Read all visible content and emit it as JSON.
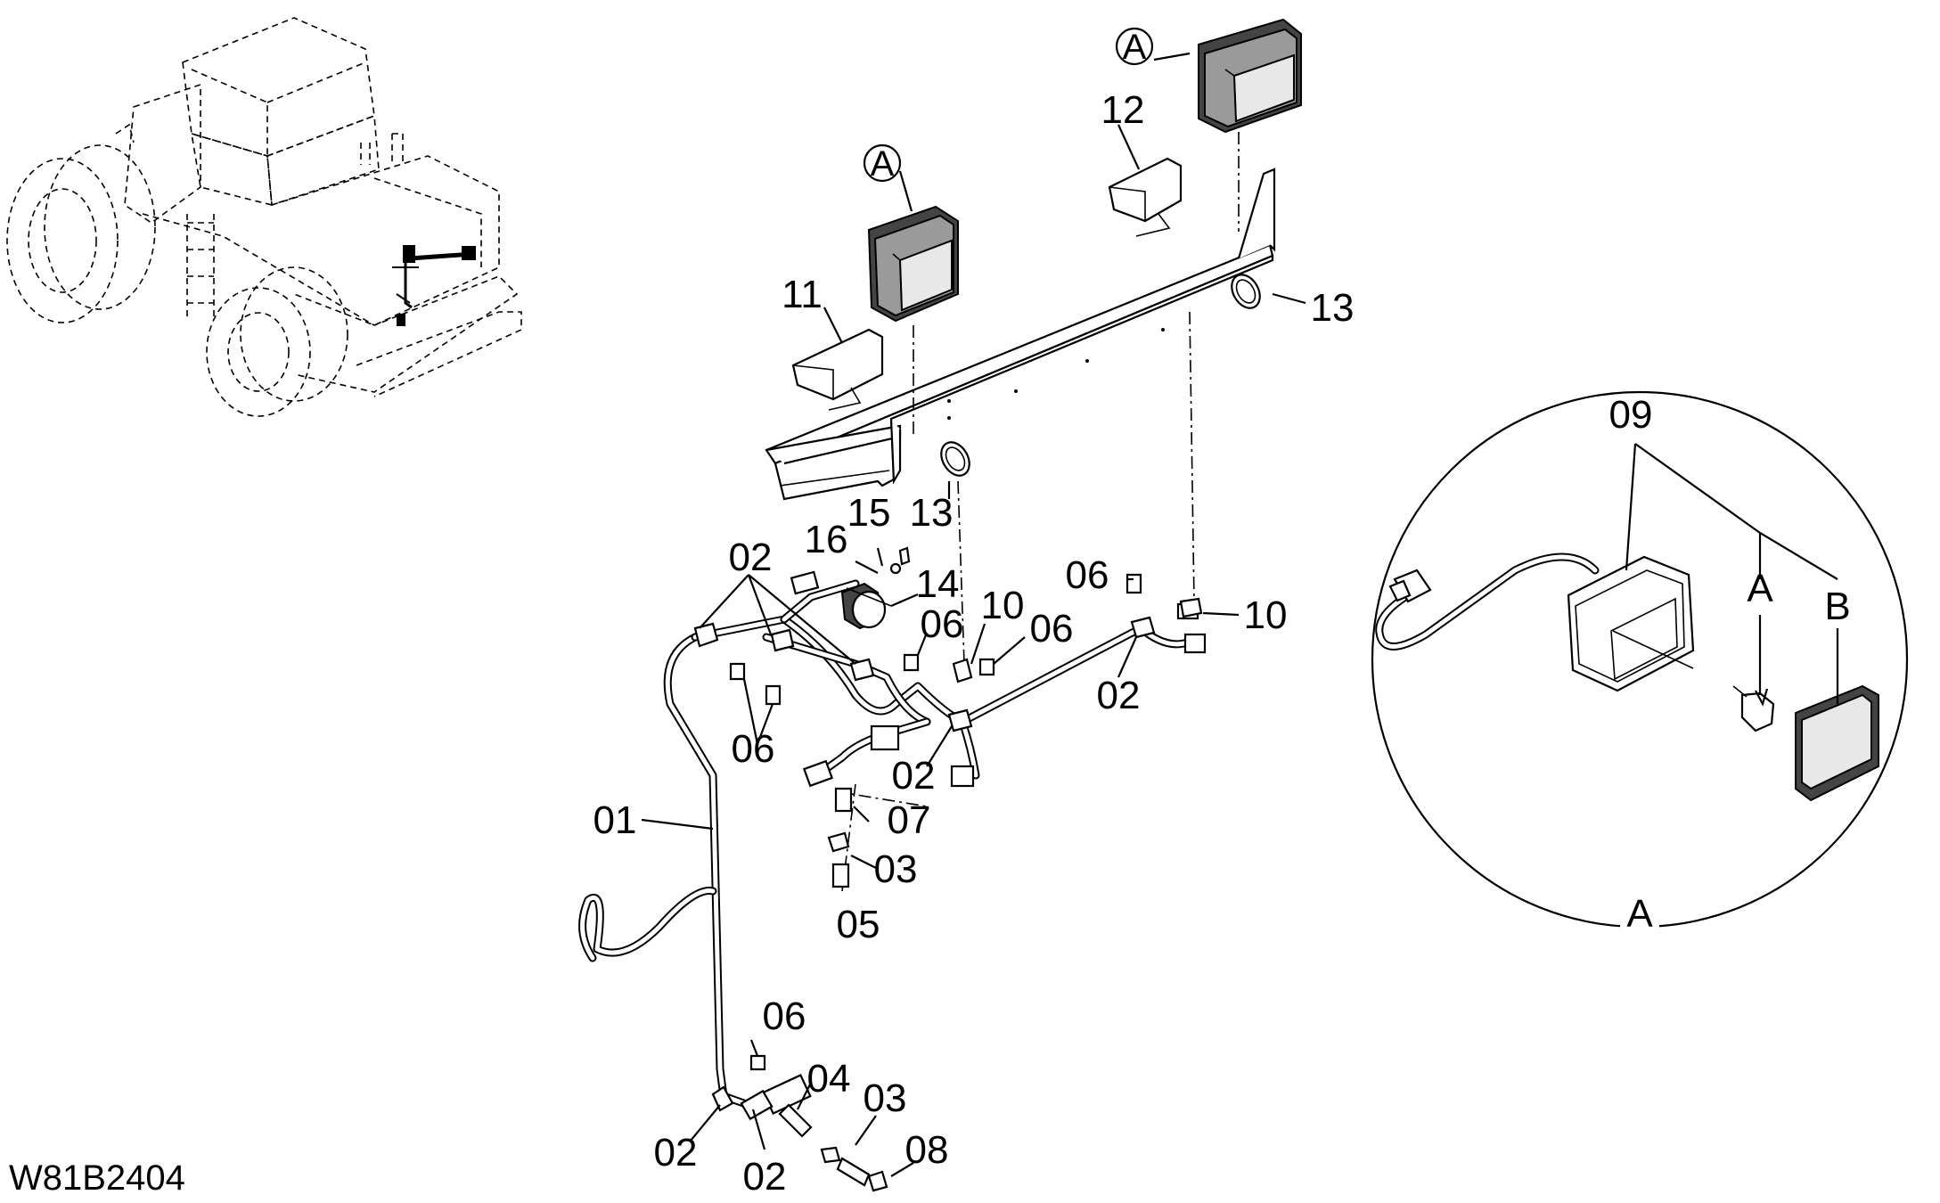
{
  "drawing_code": "W81B2404",
  "view_marker": "A",
  "labels": {
    "p01": "01",
    "p02": "02",
    "p03": "03",
    "p04": "04",
    "p05": "05",
    "p06": "06",
    "p07": "07",
    "p08": "08",
    "p09": "09",
    "p10": "10",
    "p11": "11",
    "p12": "12",
    "p13": "13",
    "p14": "14",
    "p15": "15",
    "p16": "16"
  },
  "detail": {
    "label": "A",
    "sub_a": "A",
    "sub_b": "B"
  }
}
